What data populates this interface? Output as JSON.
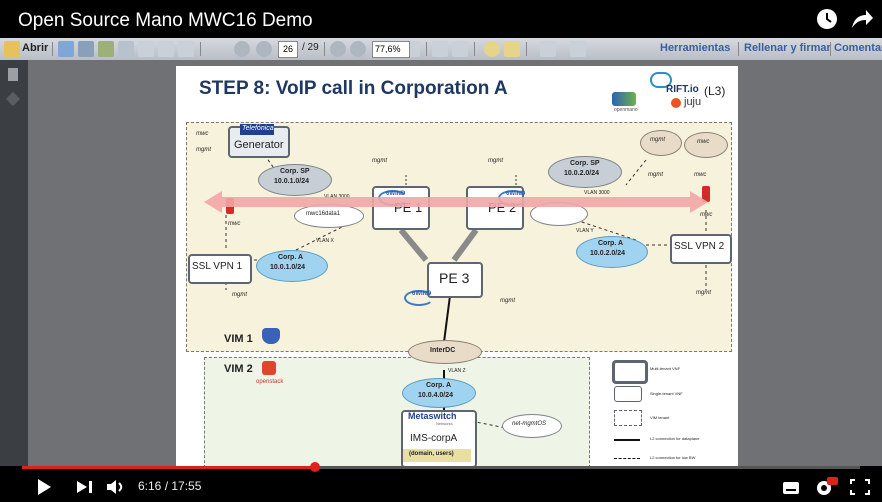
{
  "video": {
    "title": "Open Source Mano MWC16 Demo",
    "time_display": "6:16 / 17:55",
    "progress_fraction": 0.35
  },
  "pdf_toolbar": {
    "open_label": "Abrir",
    "page_current": "26",
    "page_total": "/ 29",
    "zoom_value": "77,6%",
    "tools_label": "Herramientas",
    "fill_sign_label": "Rellenar y firmar",
    "comment_label": "Comentari"
  },
  "slide": {
    "title": "STEP 8: VoIP call in Corporation A",
    "logo_rift": "RIFT.io",
    "logo_juju": "juju",
    "level_tag": "(L3)",
    "logo_openmano": "openmano",
    "vim1_label": "VIM 1",
    "vim2_label": "VIM 2",
    "openstack_label": "openstack",
    "generator_brand": "Telefónica",
    "generator_label": "Generator",
    "pe1_label": "PE 1",
    "pe2_label": "PE 2",
    "pe3_label": "PE 3",
    "wind_label": "6WIND",
    "ssl_vpn1": "SSL VPN 1",
    "ssl_vpn2": "SSL VPN 2",
    "corp_sp_1": "Corp. SP",
    "corp_sp_1_net": "10.0.1.0/24",
    "corp_sp_2": "Corp. SP",
    "corp_sp_2_net": "10.0.2.0/24",
    "corp_a_1": "Corp. A",
    "corp_a_1_net": "10.0.1.0/24",
    "corp_a_2": "Corp. A",
    "corp_a_2_net": "10.0.2.0/24",
    "corp_a_4": "Corp. A",
    "corp_a_4_net": "10.0.4.0/24",
    "mwc_label": "mwc",
    "mgmt_label": "mgmt",
    "mwc16data_label": "mwc16data1",
    "vlan_x": "VLAN X",
    "vlan_y": "VLAN Y",
    "vlan_z": "VLAN Z",
    "vlan_3000_a": "VLAN 3000",
    "vlan_3000_b": "VLAN 3000",
    "interdc_label": "InterDC",
    "metaswitch_label": "Metaswitch",
    "metaswitch_sub": "Networks",
    "ims_label": "IMS-corpA",
    "ims_sub": "(domain, users)",
    "net_mgmt_label": "net-mgmtOS",
    "legend_multi": "Multi-tenant VNF",
    "legend_single": "Single-tenant VNF",
    "legend_vim": "VIM tenant",
    "legend_l2_data": "L2 connection for dataplane",
    "legend_l2_low": "L2 connection for low BW"
  },
  "colors": {
    "progress": "#e0201a",
    "slide_title": "#1f3763",
    "call_arrow": "#f2a6a6",
    "cloud_blue": "#9fd3ef",
    "cloud_gray": "#c8ced6",
    "vim1_bg": "#f7f2dc",
    "vim2_bg": "#eef4e6"
  }
}
